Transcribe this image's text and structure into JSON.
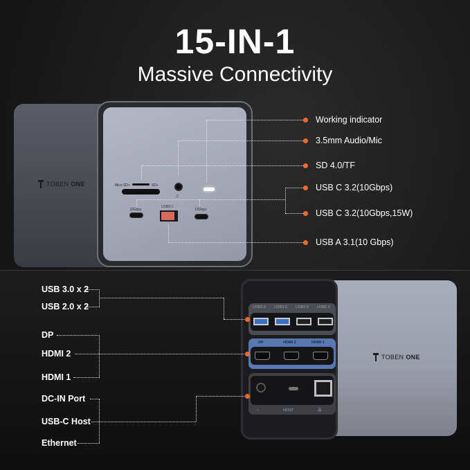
{
  "header": {
    "title": "15-IN-1",
    "subtitle": "Massive Connectivity"
  },
  "brand": {
    "name_light": "TOBEN",
    "name_bold": "ONE"
  },
  "top_device": {
    "port_markings": {
      "micro_sd": "Mico SD+",
      "sd": "SD+",
      "usb_c_left": "10Gbps",
      "usb_a": "USB3.1",
      "usb_c_right": "10Gbps"
    },
    "callouts": [
      {
        "label": "Working indicator"
      },
      {
        "label": "3.5mm Audio/Mic"
      },
      {
        "label": "SD 4.0/TF"
      },
      {
        "label": "USB C 3.2(10Gbps)"
      },
      {
        "label": "USB C 3.2(10Gbps,15W)"
      },
      {
        "label": "USB A 3.1(10 Gbps)"
      }
    ]
  },
  "bottom_device": {
    "port_markings": {
      "usb": [
        "USB3.0",
        "USB3.0",
        "USB2.0",
        "USB2.0"
      ],
      "display": [
        "DP",
        "HDMI 2",
        "HDMI 1"
      ],
      "power_row": [
        "○",
        "HOST",
        "品"
      ]
    },
    "callouts": [
      {
        "label": "USB 3.0 x 2"
      },
      {
        "label": "USB 2.0 x 2"
      },
      {
        "label": "DP"
      },
      {
        "label": "HDMI 2"
      },
      {
        "label": "HDMI 1"
      },
      {
        "label": "DC-IN Port"
      },
      {
        "label": "USB-C Host"
      },
      {
        "label": "Ethernet"
      }
    ]
  },
  "colors": {
    "accent_dot": "#ef6a2c",
    "display_group": "#5877b3",
    "usb3_blue": "#3a6fc4"
  }
}
